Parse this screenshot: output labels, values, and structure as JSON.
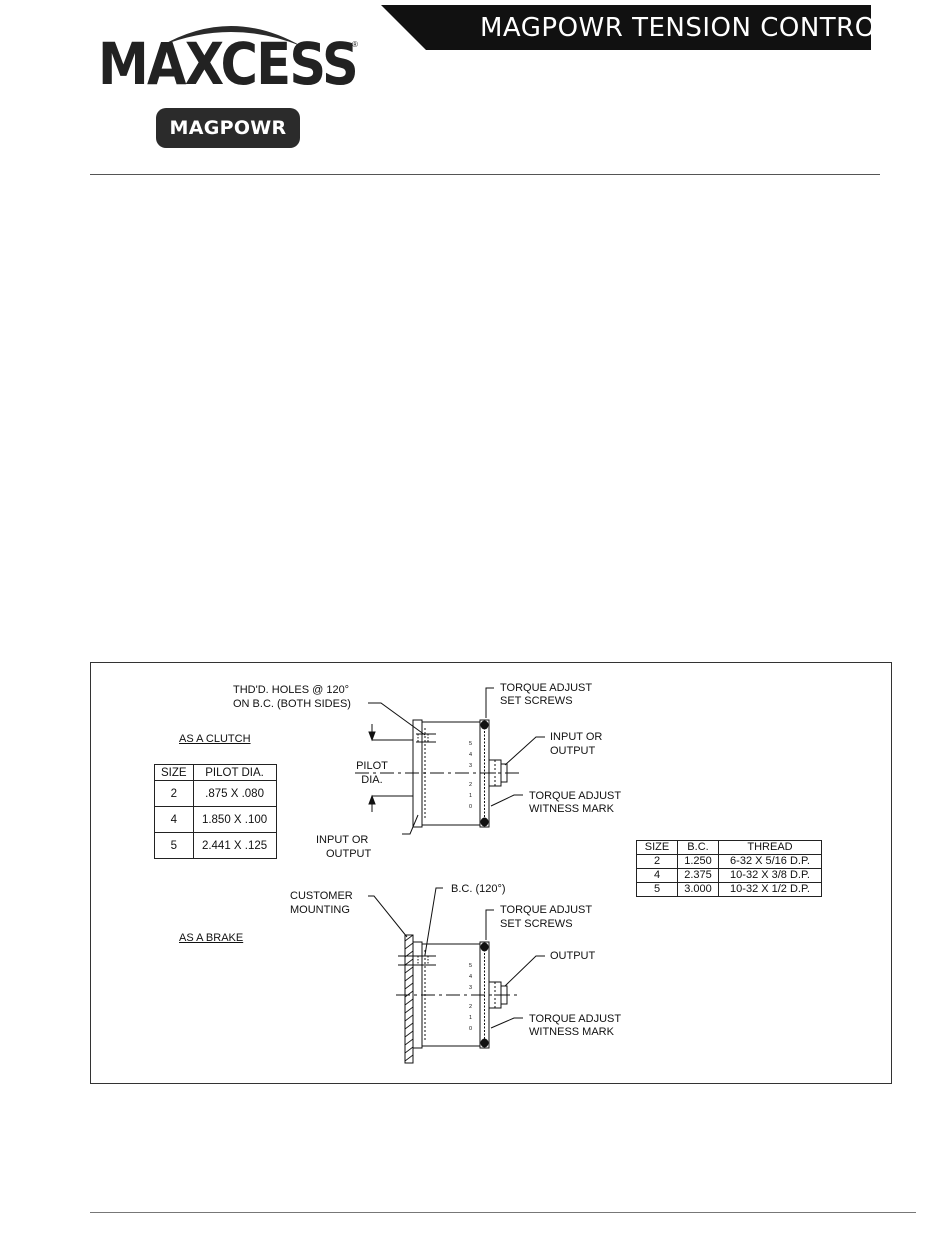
{
  "header": {
    "logo_main": "MAXCESS",
    "logo_reg": "®",
    "logo_sub": "MAGPOWR",
    "title": "MAGPOWR TENSION CONTROL"
  },
  "drawing": {
    "clutch": {
      "heading": "AS A CLUTCH",
      "holes_line1": "THD'D. HOLES @ 120°",
      "holes_line2": "ON B.C. (BOTH SIDES)",
      "pilot_line1": "PILOT",
      "pilot_line2": "DIA.",
      "input_left_line1": "INPUT OR",
      "input_left_line2": "OUTPUT",
      "torque_screws_line1": "TORQUE ADJUST",
      "torque_screws_line2": "SET SCREWS",
      "input_right_line1": "INPUT OR",
      "input_right_line2": "OUTPUT",
      "witness_line1": "TORQUE ADJUST",
      "witness_line2": "WITNESS MARK"
    },
    "brake": {
      "heading": "AS A BRAKE",
      "mounting_line1": "CUSTOMER",
      "mounting_line2": "MOUNTING",
      "bc": "B.C. (120°)",
      "torque_screws_line1": "TORQUE ADJUST",
      "torque_screws_line2": "SET SCREWS",
      "output": "OUTPUT",
      "witness_line1": "TORQUE ADJUST",
      "witness_line2": "WITNESS MARK"
    },
    "scale_marks": [
      "0",
      "1",
      "2",
      "3",
      "4",
      "5"
    ],
    "pilot_table": {
      "headers": [
        "SIZE",
        "PILOT DIA."
      ],
      "rows": [
        [
          "2",
          ".875 X .080"
        ],
        [
          "4",
          "1.850 X .100"
        ],
        [
          "5",
          "2.441 X .125"
        ]
      ]
    },
    "thread_table": {
      "headers": [
        "SIZE",
        "B.C.",
        "THREAD"
      ],
      "rows": [
        [
          "2",
          "1.250",
          "6-32 X 5/16 D.P."
        ],
        [
          "4",
          "2.375",
          "10-32 X 3/8 D.P."
        ],
        [
          "5",
          "3.000",
          "10-32 X 1/2 D.P."
        ]
      ]
    }
  }
}
